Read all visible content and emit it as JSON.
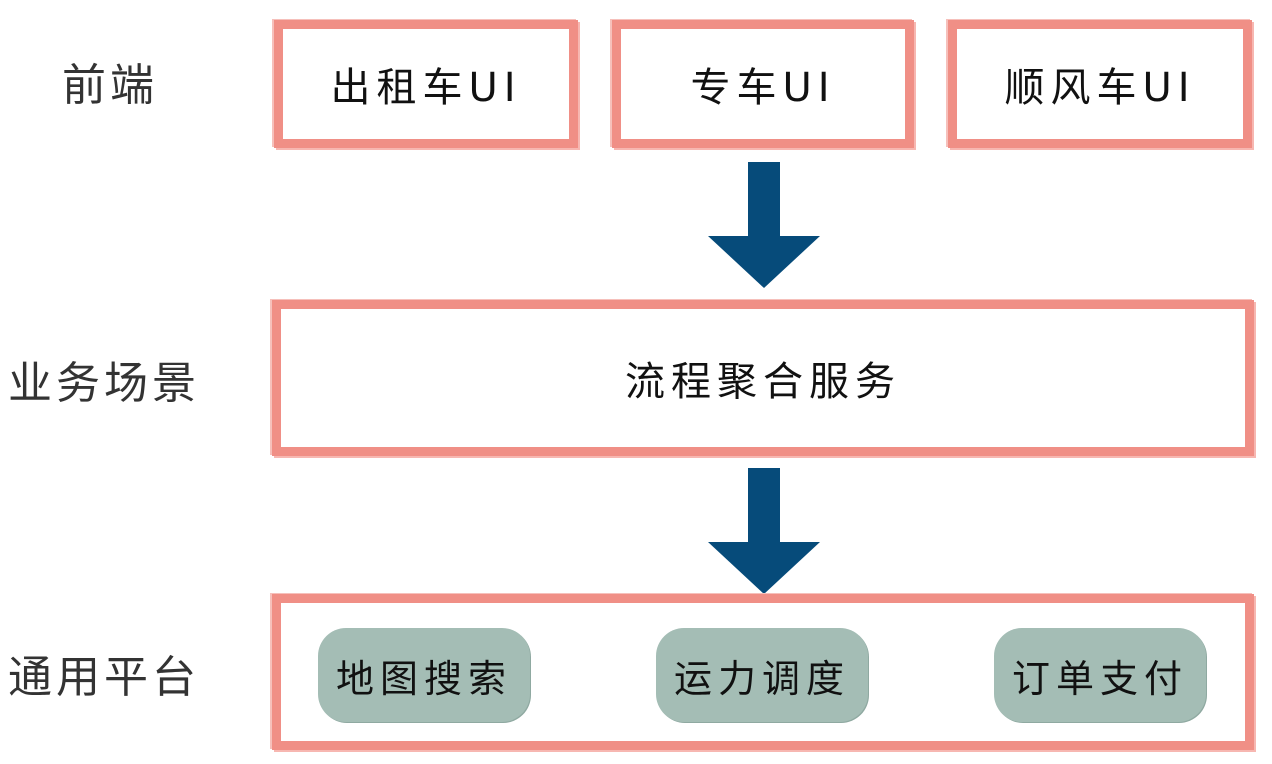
{
  "colors": {
    "box_border": "#f08f86",
    "arrow": "#064b7a",
    "pill": "#a4bdb5"
  },
  "layers": {
    "frontend": {
      "label": "前端",
      "boxes": [
        "出租车UI",
        "专车UI",
        "顺风车UI"
      ]
    },
    "business": {
      "label": "业务场景",
      "box": "流程聚合服务"
    },
    "platform": {
      "label": "通用平台",
      "pills": [
        "地图搜索",
        "运力调度",
        "订单支付"
      ]
    }
  },
  "icons": [
    "arrow-down-icon",
    "arrow-down-icon"
  ]
}
